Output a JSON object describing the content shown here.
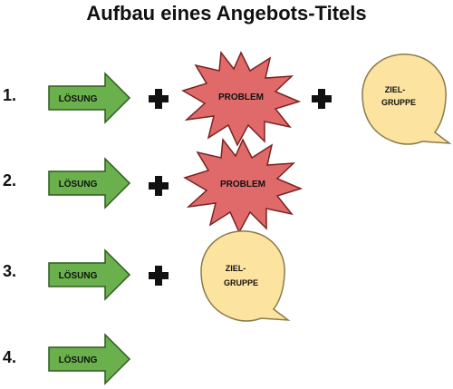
{
  "title": "Aufbau eines Angebots-Titels",
  "rows": [
    {
      "number": "1.",
      "solution": "LÖSUNG",
      "problem": "PROBLEM",
      "target_line1": "ZIEL-",
      "target_line2": "GRUPPE"
    },
    {
      "number": "2.",
      "solution": "LÖSUNG",
      "problem": "PROBLEM"
    },
    {
      "number": "3.",
      "solution": "LÖSUNG",
      "target_line1": "ZIEL-",
      "target_line2": "GRUPPE"
    },
    {
      "number": "4.",
      "solution": "LÖSUNG"
    }
  ],
  "colors": {
    "arrow_fill": "#6ab04c",
    "arrow_stroke": "#2f5a1e",
    "burst_fill": "#e06a6a",
    "burst_stroke": "#7a2222",
    "bubble_fill": "#fde3a0",
    "bubble_stroke": "#8a7a4a",
    "plus": "#111111"
  },
  "icons": [
    "arrow-right-icon",
    "plus-icon",
    "starburst-icon",
    "speech-bubble-icon"
  ]
}
